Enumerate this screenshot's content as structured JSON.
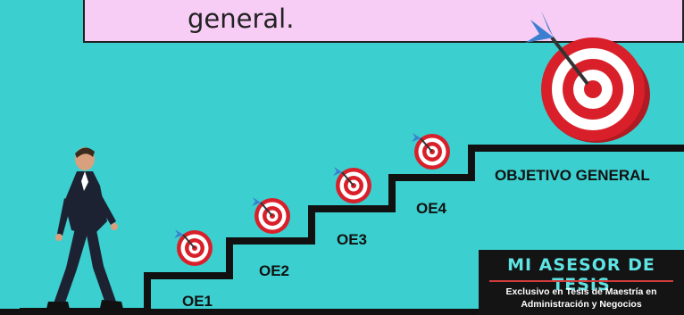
{
  "banner": {
    "text": "general."
  },
  "steps": [
    {
      "label": "OE1"
    },
    {
      "label": "OE2"
    },
    {
      "label": "OE3"
    },
    {
      "label": "OE4"
    },
    {
      "label": "OBJETIVO GENERAL"
    }
  ],
  "brand": {
    "title": "MI ASESOR DE TESIS",
    "subtitle_line1": "Exclusivo en Tesis de Maestría en",
    "subtitle_line2": "Administración y Negocios"
  },
  "colors": {
    "background": "#3ccfcf",
    "banner": "#f7cdf5",
    "target_red": "#d9202a",
    "dart_blue": "#3a7fd0",
    "stairs": "#111111",
    "brand_accent": "#5fe4e4"
  },
  "icons": [
    "dartboard-target-icon",
    "walking-businessman-figure"
  ]
}
